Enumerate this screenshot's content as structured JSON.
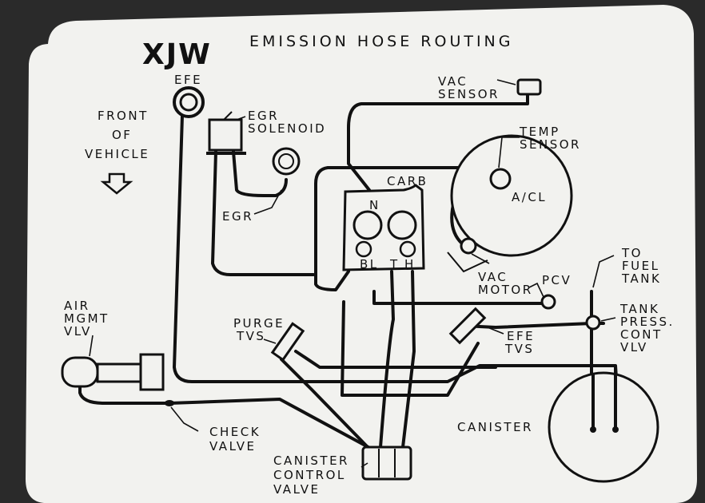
{
  "header": {
    "code": "XJW",
    "title": "EMISSION HOSE ROUTING"
  },
  "labels": {
    "efe": "EFE",
    "egr_solenoid_1": "EGR",
    "egr_solenoid_2": "SOLENOID",
    "vac_sensor_1": "VAC",
    "vac_sensor_2": "SENSOR",
    "front_1": "FRONT",
    "front_2": "OF",
    "front_3": "VEHICLE",
    "egr": "EGR",
    "carb": "CARB",
    "port_n": "N",
    "port_bl": "BL",
    "port_t": "T",
    "port_h": "H",
    "temp_sensor_1": "TEMP",
    "temp_sensor_2": "SENSOR",
    "acl": "A/CL",
    "vac_motor_1": "VAC",
    "vac_motor_2": "MOTOR",
    "pcv": "PCV",
    "to_fuel_tank_1": "TO",
    "to_fuel_tank_2": "FUEL",
    "to_fuel_tank_3": "TANK",
    "tank_press_1": "TANK",
    "tank_press_2": "PRESS.",
    "tank_press_3": "CONT",
    "tank_press_4": "VLV",
    "air_mgmt_1": "AIR",
    "air_mgmt_2": "MGMT",
    "air_mgmt_3": "VLV",
    "purge_tvs_1": "PURGE",
    "purge_tvs_2": "TVS",
    "efe_tvs_1": "EFE",
    "efe_tvs_2": "TVS",
    "check_valve_1": "CHECK",
    "check_valve_2": "VALVE",
    "canister": "CANISTER",
    "canister_control_1": "CANISTER",
    "canister_control_2": "CONTROL",
    "canister_control_3": "VALVE"
  },
  "icons": {
    "front_arrow": "down-arrow-icon"
  },
  "colors": {
    "card": "#f2f2ef",
    "ink": "#111111",
    "background": "#2a2a2a"
  }
}
